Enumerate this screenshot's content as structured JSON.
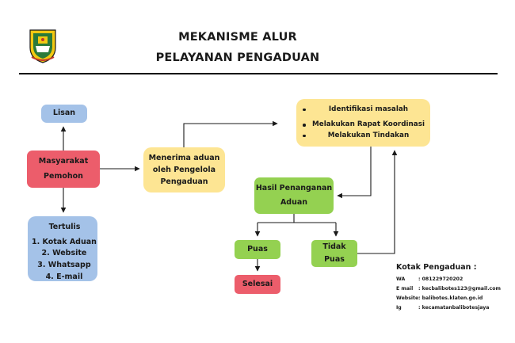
{
  "header": {
    "title_line1": "MEKANISME ALUR",
    "title_line2": "PELAYANAN PENGADUAN"
  },
  "logo": {
    "icon": "regional-emblem-icon"
  },
  "nodes": {
    "lisan": "Lisan",
    "masyarakat_line1": "Masyarakat",
    "masyarakat_line2": "Pemohon",
    "tertulis": {
      "head": "Tertulis",
      "items": [
        "1.  Kotak Aduan",
        "2. Website",
        "3. Whatsapp",
        "4. E-mail"
      ]
    },
    "menerima": [
      "Menerima aduan",
      "oleh Pengelola",
      "Pengaduan"
    ],
    "identifikasi": [
      "Identifikasi masalah",
      "Melakukan Rapat Koordinasi",
      "Melakukan Tindakan"
    ],
    "hasil": [
      "Hasil Penanganan",
      "Aduan"
    ],
    "puas": "Puas",
    "tidak_puas": [
      "Tidak",
      "Puas"
    ],
    "selesai": "Selesai"
  },
  "contact": {
    "title": "Kotak Pengaduan :",
    "rows": [
      {
        "label": "WA",
        "value": ": 081229720202"
      },
      {
        "label": "E mail",
        "value": ": kecbalibotes123@gmail.com"
      },
      {
        "label": "Website",
        "value": ": balibotes.klaten.go.id"
      },
      {
        "label": "Ig",
        "value": ": kecamatanbalibotesjaya"
      }
    ]
  },
  "colors": {
    "blue": "#a4c2e8",
    "red": "#ec5d6b",
    "yellow": "#fde593",
    "green": "#94d151",
    "emblem_yellow": "#f2c811",
    "emblem_green": "#2a7a3a"
  }
}
